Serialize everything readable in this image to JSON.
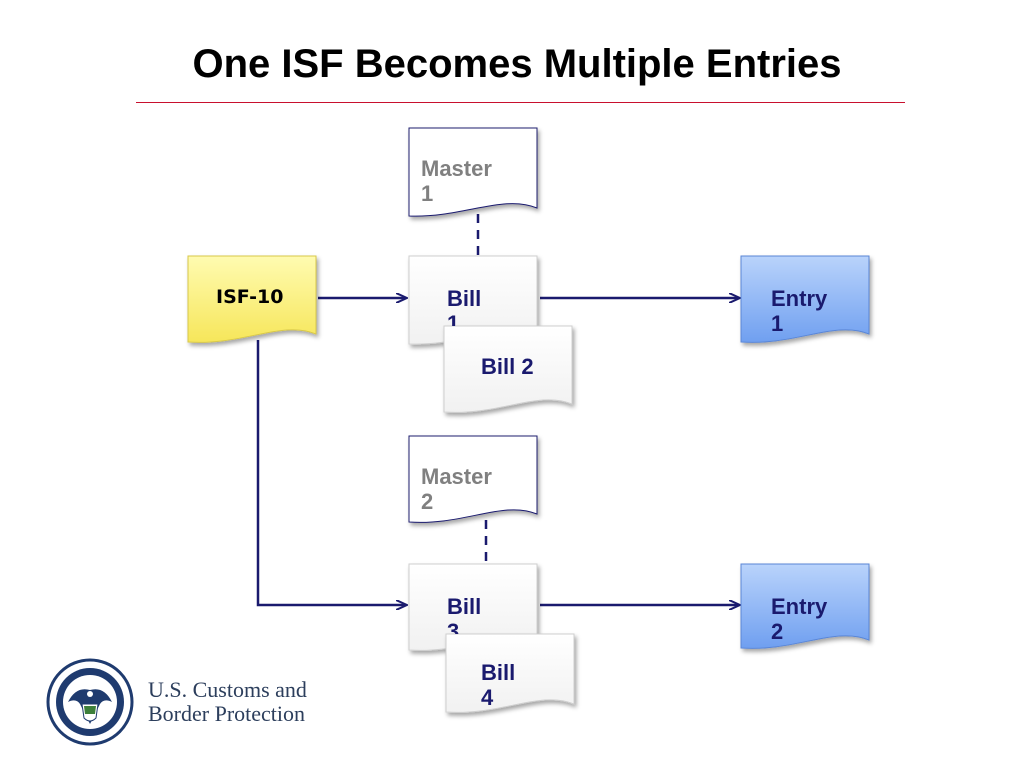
{
  "title": "One ISF Becomes Multiple Entries",
  "nodes": {
    "isf": "ISF-10",
    "master1": "Master\n1",
    "master2": "Master\n2",
    "bill1": "Bill\n1",
    "bill2": "Bill 2",
    "bill3": "Bill\n3",
    "bill4": "Bill\n4",
    "entry1": "Entry\n1",
    "entry2": "Entry\n2"
  },
  "org": {
    "line1": "U.S. Customs and",
    "line2": "Border Protection"
  },
  "colors": {
    "title_rule": "#c8102e",
    "arrow": "#1a1a6e",
    "isf_fill": "#fff27a",
    "entry_fill": "#8db4f2",
    "master_text": "#808080",
    "bill_text": "#1a1a6e"
  }
}
